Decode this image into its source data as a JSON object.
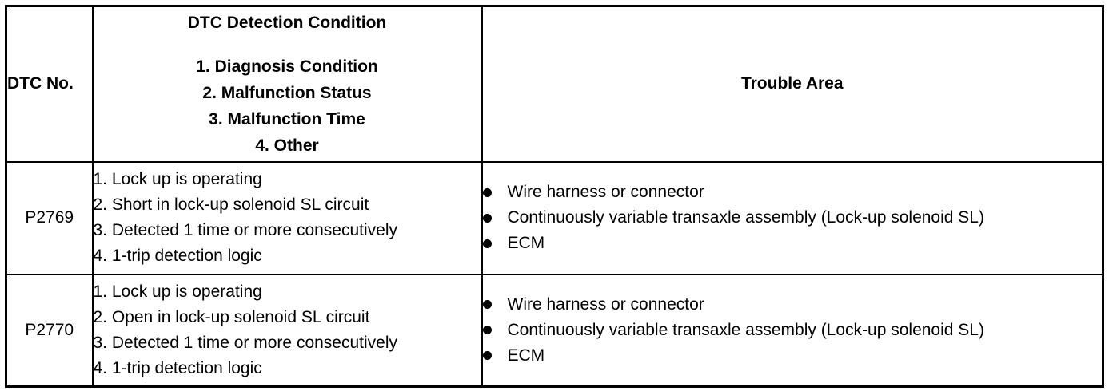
{
  "header": {
    "dtc_no": "DTC No.",
    "condition_title": "DTC Detection Condition",
    "condition_items": [
      "1.  Diagnosis Condition",
      "2.  Malfunction Status",
      "3.  Malfunction Time",
      "4.  Other"
    ],
    "trouble_area": "Trouble Area"
  },
  "rows": [
    {
      "code": "P2769",
      "conditions": [
        "1.  Lock up is operating",
        "2.  Short in lock-up solenoid SL circuit",
        "3.  Detected 1 time or more consecutively",
        "4.  1-trip detection logic"
      ],
      "trouble": [
        "Wire harness or connector",
        "Continuously variable transaxle assembly (Lock-up solenoid SL)",
        "ECM"
      ]
    },
    {
      "code": "P2770",
      "conditions": [
        "1.  Lock up is operating",
        "2.  Open in lock-up solenoid SL circuit",
        "3.  Detected 1 time or more consecutively",
        "4.  1-trip detection logic"
      ],
      "trouble": [
        "Wire harness or connector",
        "Continuously variable transaxle assembly (Lock-up solenoid SL)",
        "ECM"
      ]
    }
  ]
}
